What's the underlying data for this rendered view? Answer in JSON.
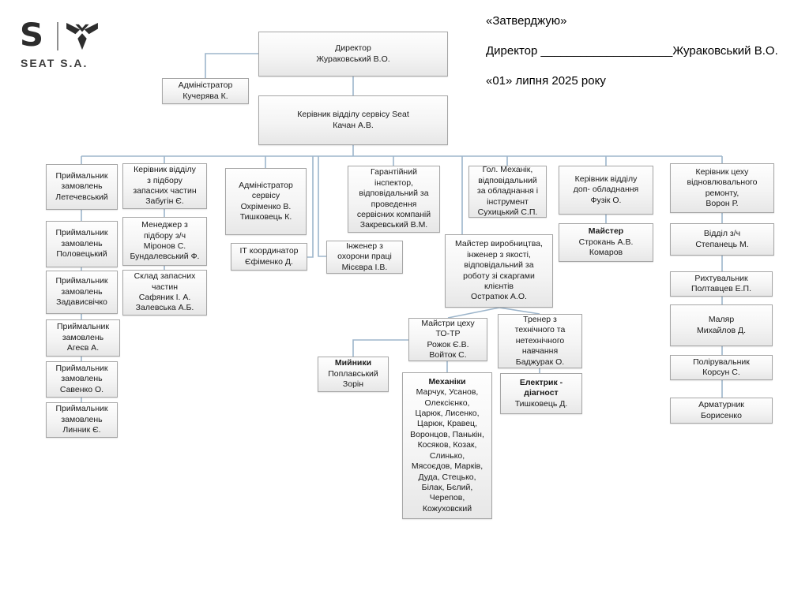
{
  "brand": {
    "seat_label": "SEAT S.A."
  },
  "approval": {
    "line1": "«Затверджую»",
    "line2": "Директор ____________________Жураковський В.О.",
    "line3": "«01» липня 2025 року"
  },
  "colors": {
    "connector": "#9db5cb",
    "box_border": "#a6a6a6",
    "box_fill_top": "#fefefe",
    "box_fill_bottom": "#e7e7e7",
    "text": "#1a1a1a",
    "logo": "#2d2d2d"
  },
  "nodes": {
    "director": "Директор\nЖураковський В.О.",
    "admin_top": "Адміністратор\nКучерява К.",
    "service_head": "Керівник відділу сервісу Seat\nКачан А.В.",
    "rec1": "Приймальник\nзамовлень\nЛетечевський",
    "parts_head": "Керівник відділу\nз підбору\nзапасних частин\nЗабугін Є.",
    "service_admin": "Адміністратор\nсервісу\nОхріменко В.\nТишковець К.",
    "warranty": "Гарантійний\nінспектор,\nвідповідальний за\nпроведення\nсервісних компаній\nЗакревський В.М.",
    "chief_mech": "Гол. Механік,\nвідповідальний\nза обладнання і\nінструмент\nСухицький С.П.",
    "extra_equip_head": "Керівник відділу\nдоп- обладнання\nФузік О.",
    "body_shop_head": "Керівник цеху\nвідновлювального\nремонту,\nВорон Р.",
    "rec2": "Приймальник\nзамовлень\nПоловецький",
    "parts_mgr": "Менеджер з\nпідбору з/ч\nМіронов С.\nБундалевський Ф.",
    "it_coord": "ІТ координатор\nЄфіменко Д.",
    "safety_eng": "Інженер з\nохорони праці\nМісєвра І.В.",
    "prod_master": "Майстер виробництва,\nінженер з якості,\nвідповідальний за\nроботу зі скаргами\nклієнтів\nОстратюк А.О.",
    "master_title": "Майстер",
    "master_body": "Строкань А.В.\nКомаров",
    "parts_dept": "Відділ з/ч\nСтепанець М.",
    "rec3": "Приймальник\nзамовлень\nЗадависвічко",
    "parts_warehouse": "Склад запасних\nчастин\nСафяник І. А.\nЗалевська А.Б.",
    "tinsmith": "Рихтувальник\nПолтавцев Е.П.",
    "rec4": "Приймальник\nзамовлень\nАгеєв А.",
    "painter": "Маляр\nМихайлов Д.",
    "rec5": "Приймальник\nзамовлень\nСавенко О.",
    "polisher": "Полірувальник\nКорсун С.",
    "rec6": "Приймальник\nзамовлень\nЛинник Є.",
    "fitter": "Арматурник\nБорисенко",
    "to_tr_masters": "Майстри цеху\nТО-ТР\nРожок Є.В.\nВойток С.",
    "washers_title": "Мийники",
    "washers_body": "Поплавський\nЗорін",
    "mechanics_title": "Механіки",
    "mechanics_body": "Марчук, Усанов,\nОлексієнко,\nЦарюк, Лисенко,\nЦарюк, Кравец,\nВоронцов, Панькін,\nКосяков, Козак,\nСлинько,\nМясоєдов, Марків,\nДуда, Стецько,\nБілак, Бєлий,\nЧерепов,\nКожуховский",
    "trainer": "Тренер з\nтехнічного та\nнетехнічного\nнавчання\nБаджурак О.",
    "electrician_title": "Електрик -\nдіагност",
    "electrician_body": "Тишковець Д."
  }
}
